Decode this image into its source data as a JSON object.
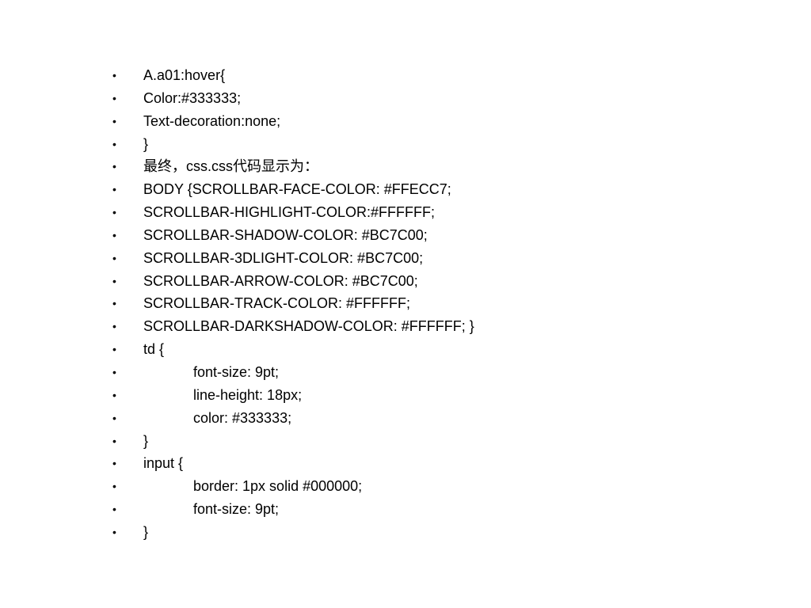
{
  "slide": {
    "bullet_symbol": "•",
    "lines": [
      {
        "text": "A.a01:hover{",
        "indent": false
      },
      {
        "text": "Color:#333333;",
        "indent": false
      },
      {
        "text": "Text-decoration:none;",
        "indent": false
      },
      {
        "text": "}",
        "indent": false
      },
      {
        "text": "最终，css.css代码显示为：",
        "indent": false
      },
      {
        "text": "BODY {SCROLLBAR-FACE-COLOR: #FFECC7;",
        "indent": false
      },
      {
        "text": "SCROLLBAR-HIGHLIGHT-COLOR:#FFFFFF;",
        "indent": false
      },
      {
        "text": "SCROLLBAR-SHADOW-COLOR: #BC7C00;",
        "indent": false
      },
      {
        "text": "SCROLLBAR-3DLIGHT-COLOR: #BC7C00;",
        "indent": false
      },
      {
        "text": "SCROLLBAR-ARROW-COLOR: #BC7C00;",
        "indent": false
      },
      {
        "text": "SCROLLBAR-TRACK-COLOR: #FFFFFF;",
        "indent": false
      },
      {
        "text": "SCROLLBAR-DARKSHADOW-COLOR: #FFFFFF; }",
        "indent": false
      },
      {
        "text": "td {",
        "indent": false
      },
      {
        "text": "font-size: 9pt;",
        "indent": true
      },
      {
        "text": "line-height: 18px;",
        "indent": true
      },
      {
        "text": "color: #333333;",
        "indent": true
      },
      {
        "text": "}",
        "indent": false
      },
      {
        "text": "input {",
        "indent": false
      },
      {
        "text": "border: 1px solid #000000;",
        "indent": true
      },
      {
        "text": "font-size: 9pt;",
        "indent": true
      },
      {
        "text": "}",
        "indent": false
      }
    ]
  }
}
